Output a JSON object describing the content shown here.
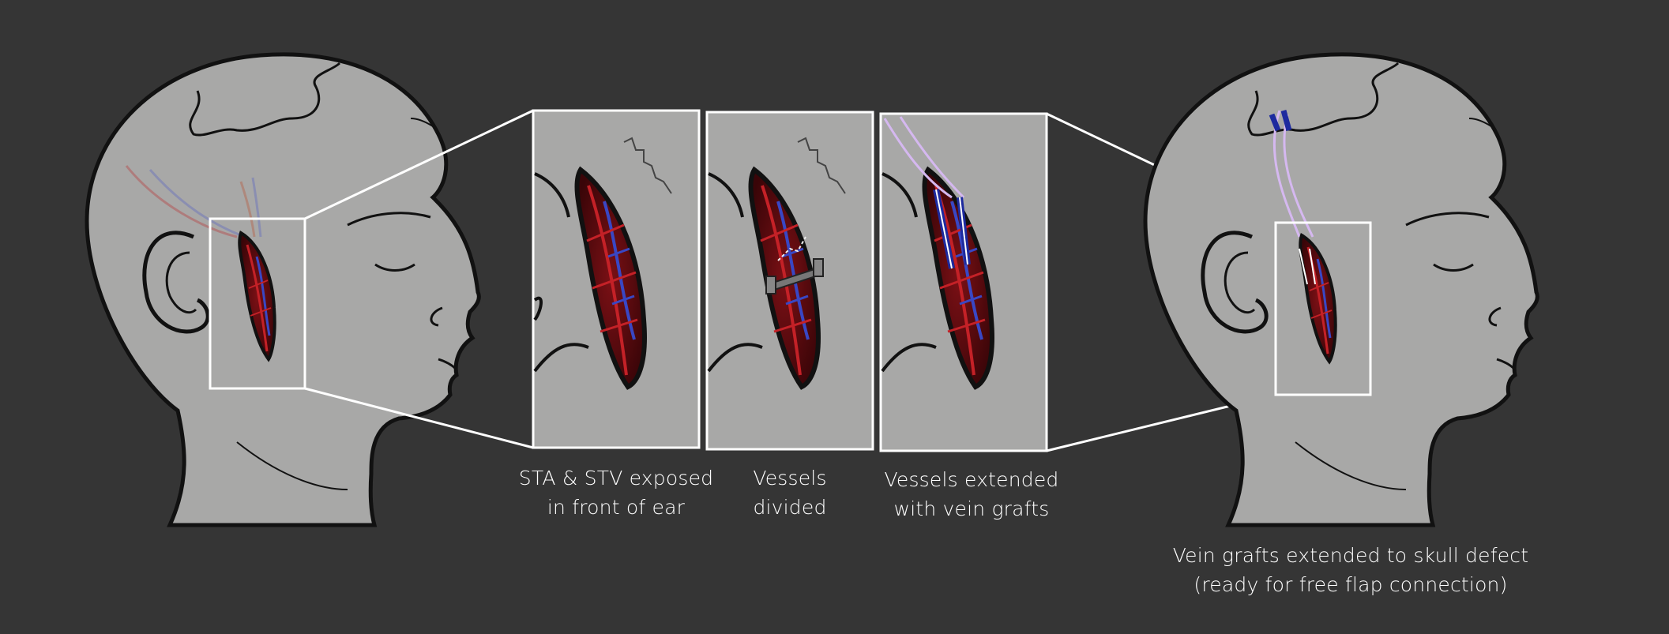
{
  "colors": {
    "background": "#353535",
    "skin": "#a8a8a7",
    "outline": "#111111",
    "frame": "#ffffff",
    "artery": "#b01e22",
    "vein": "#2f3fb0",
    "graft": "#c9a9ec"
  },
  "captions": {
    "panel1": {
      "line1": "STA & STV exposed",
      "line2": "in front of ear"
    },
    "panel2": {
      "line1": "Vessels",
      "line2": "divided"
    },
    "panel3": {
      "line1": "Vessels extended",
      "line2": "with vein grafts"
    },
    "right_head": {
      "line1": "Vein grafts extended to skull defect",
      "line2": "(ready for free flap connection)"
    }
  },
  "icons": [
    "left-head-illustration",
    "right-head-illustration",
    "vessel-clamp-icon",
    "zoom-frame"
  ]
}
